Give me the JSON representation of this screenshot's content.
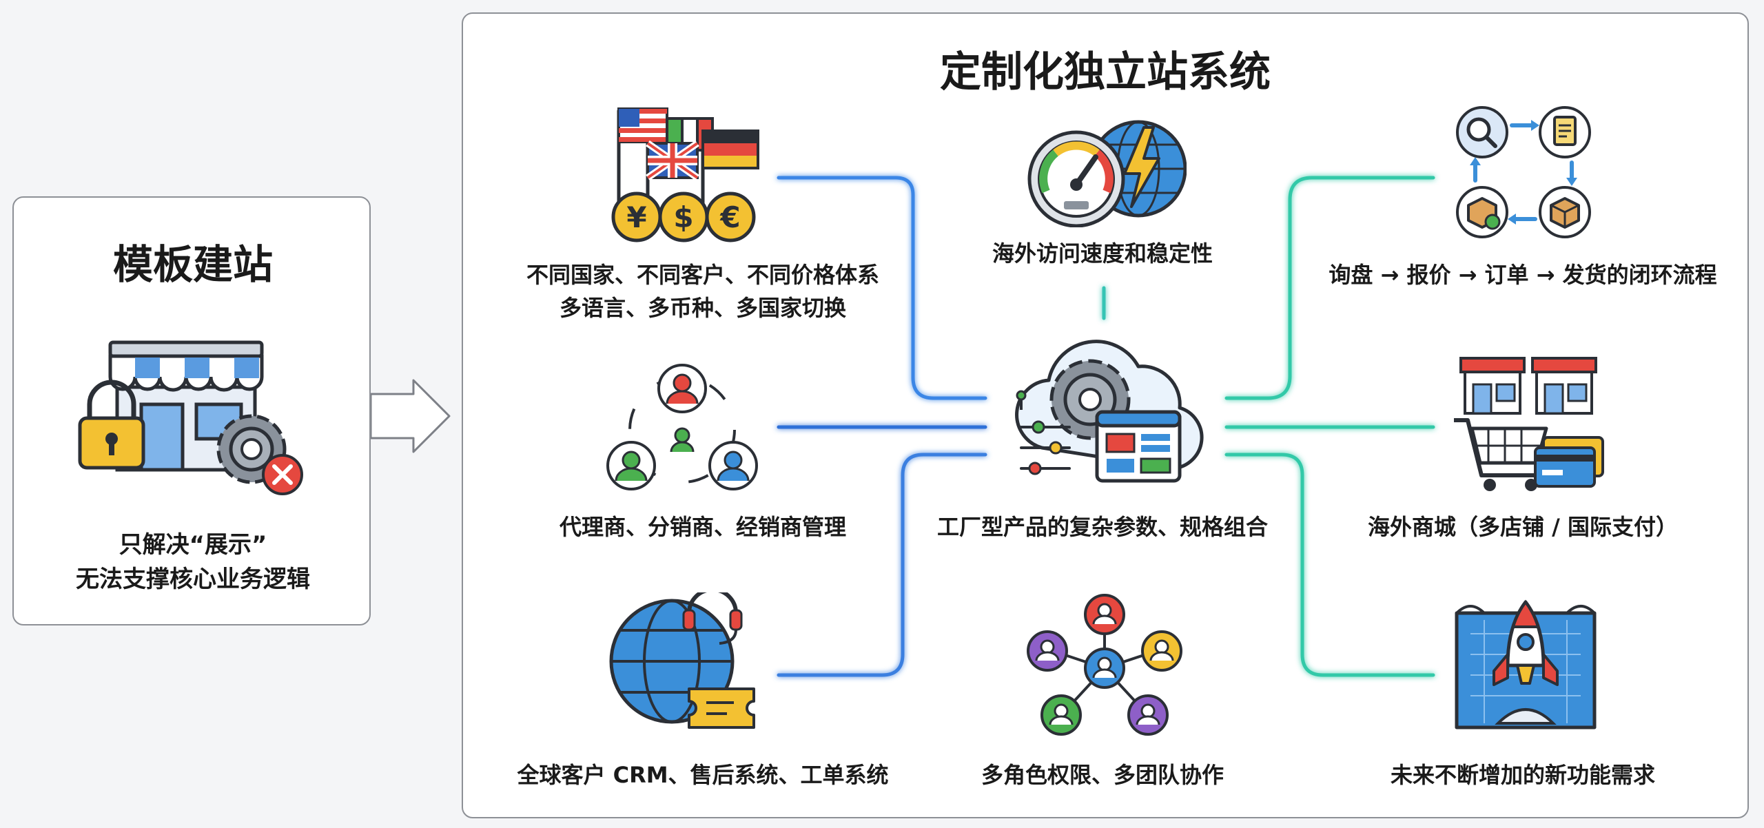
{
  "left": {
    "title": "模板建站",
    "caption_line1": "只解决“展示”",
    "caption_line2": "无法支撑核心业务逻辑"
  },
  "main": {
    "title": "定制化独立站系统",
    "features": {
      "currency": {
        "line1": "不同国家、不同客户、不同价格体系",
        "line2": "多语言、多币种、多国家切换"
      },
      "speed": "海外访问速度和稳定性",
      "workflow": "询盘 → 报价 → 订单 → 发货的闭环流程",
      "agents": "代理商、分销商、经销商管理",
      "params": "工厂型产品的复杂参数、规格组合",
      "mall": "海外商城（多店铺 / 国际支付）",
      "crm": "全球客户 CRM、售后系统、工单系统",
      "roles": "多角色权限、多团队协作",
      "future": "未来不断增加的新功能需求"
    },
    "currency_symbols": [
      "¥",
      "$",
      "€"
    ]
  },
  "colors": {
    "line_blue": "#2f7de1",
    "line_teal": "#2ecfa7",
    "icon_blue": "#3b8fd9",
    "icon_yellow": "#f3c132",
    "icon_red": "#e5483f",
    "icon_green": "#4bb04f",
    "outline": "#2b2f36"
  }
}
